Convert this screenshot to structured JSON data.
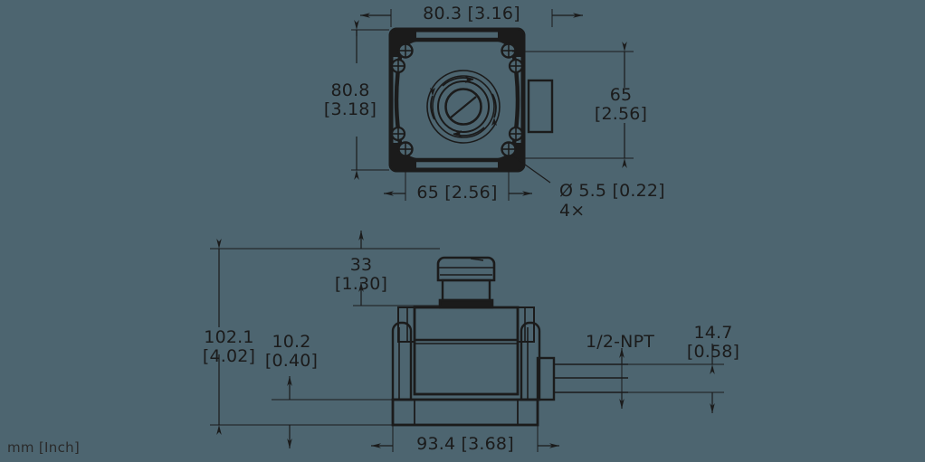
{
  "drawing": {
    "title": "Sensor housing dimensional drawing",
    "units_caption": "mm [Inch]",
    "line_color": "#1b1b1b",
    "thin_line_color": "#2a2a2a",
    "background_color": "#4d6570",
    "views": [
      {
        "name": "front-view",
        "label": "Front view of square housing with four corner mounting holes and central rotary element"
      },
      {
        "name": "side-view",
        "label": "Side elevation with push button cap and 1/2-NPT conduit entry"
      }
    ],
    "dimensions": {
      "top_width": {
        "mm": "80.3",
        "inch": "[3.16]",
        "text": "80.3 [3.16]"
      },
      "left_height": {
        "mm": "80.8",
        "inch": "[3.18]",
        "line1": "80.8",
        "line2": "[3.18]"
      },
      "right_height": {
        "mm": "65",
        "inch": "[2.56]",
        "line1": "65",
        "line2": "[2.56]"
      },
      "bottom_width": {
        "mm": "65",
        "inch": "[2.56]",
        "text": "65 [2.56]"
      },
      "hole_callout": {
        "line1": "Ø 5.5 [0.22]",
        "line2": "4×"
      },
      "overall_height": {
        "mm": "102.1",
        "inch": "[4.02]",
        "line1": "102.1",
        "line2": "[4.02]"
      },
      "cap_height": {
        "mm": "33",
        "inch": "[1.30]",
        "line1": "33",
        "line2": "[1.30]"
      },
      "base_height": {
        "mm": "10.2",
        "inch": "[0.40]",
        "line1": "10.2",
        "line2": "[0.40]"
      },
      "thread_callout": {
        "text": "1/2-NPT"
      },
      "conduit_height": {
        "mm": "14.7",
        "inch": "[0.58]",
        "line1": "14.7",
        "line2": "[0.58]"
      },
      "body_width": {
        "mm": "93.4",
        "inch": "[3.68]",
        "text": "93.4 [3.68]"
      }
    }
  }
}
